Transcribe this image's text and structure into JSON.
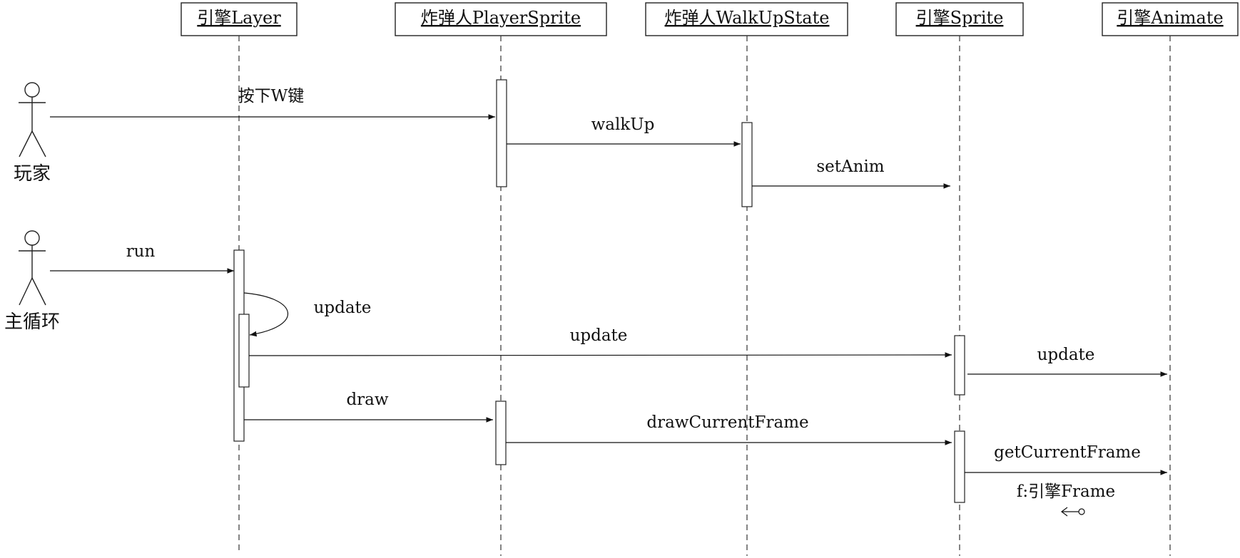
{
  "diagram": {
    "lifelines": [
      {
        "id": "layer",
        "label": "引擎Layer"
      },
      {
        "id": "player",
        "label": "炸弹人PlayerSprite"
      },
      {
        "id": "state",
        "label": "炸弹人WalkUpState"
      },
      {
        "id": "sprite",
        "label": "引擎Sprite"
      },
      {
        "id": "animate",
        "label": "引擎Animate"
      }
    ],
    "actors": [
      {
        "id": "player_actor",
        "label": "玩家"
      },
      {
        "id": "loop_actor",
        "label": "主循环"
      }
    ],
    "messages": [
      {
        "id": "press-w",
        "label": "按下W键",
        "from": "玩家",
        "to": "炸弹人PlayerSprite"
      },
      {
        "id": "walkup",
        "label": "walkUp",
        "from": "炸弹人PlayerSprite",
        "to": "炸弹人WalkUpState"
      },
      {
        "id": "setanim",
        "label": "setAnim",
        "from": "炸弹人WalkUpState",
        "to": "引擎Sprite"
      },
      {
        "id": "run",
        "label": "run",
        "from": "主循环",
        "to": "引擎Layer"
      },
      {
        "id": "update-self",
        "label": "update",
        "from": "引擎Layer",
        "to": "引擎Layer"
      },
      {
        "id": "update-sprite",
        "label": "update",
        "from": "引擎Layer",
        "to": "引擎Sprite"
      },
      {
        "id": "update-animate",
        "label": "update",
        "from": "引擎Sprite",
        "to": "引擎Animate"
      },
      {
        "id": "draw",
        "label": "draw",
        "from": "引擎Layer",
        "to": "炸弹人PlayerSprite"
      },
      {
        "id": "drawcurrentframe",
        "label": "drawCurrentFrame",
        "from": "炸弹人PlayerSprite",
        "to": "引擎Sprite"
      },
      {
        "id": "getcurrentframe",
        "label": "getCurrentFrame",
        "from": "引擎Sprite",
        "to": "引擎Animate"
      }
    ],
    "return_label": "f:引擎Frame"
  }
}
